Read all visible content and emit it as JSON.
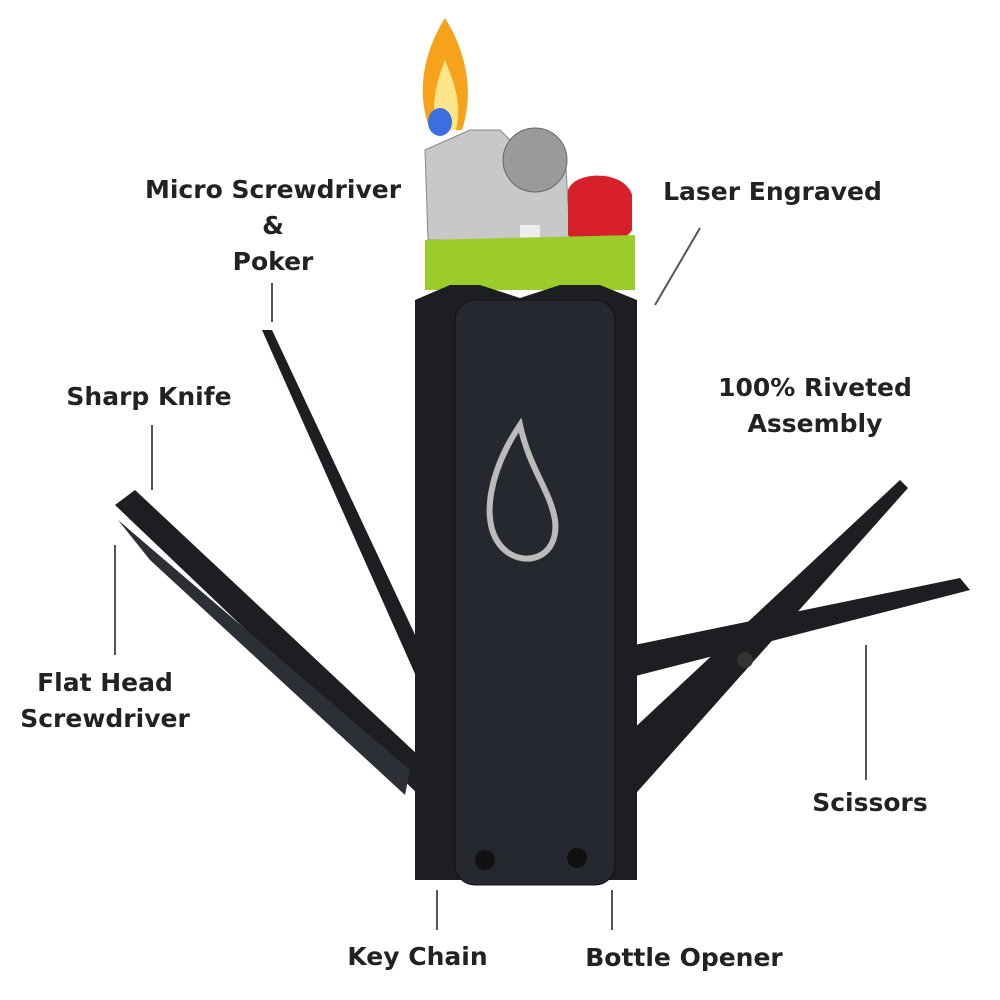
{
  "labels": {
    "micro_screwdriver": [
      "Micro Screwdriver",
      "&",
      "Poker"
    ],
    "laser_engraved": "Laser Engraved",
    "sharp_knife": "Sharp Knife",
    "riveted": [
      "100% Riveted",
      "Assembly"
    ],
    "flat_head": [
      "Flat Head",
      "Screwdriver"
    ],
    "scissors": "Scissors",
    "key_chain": "Key Chain",
    "bottle_opener": "Bottle Opener"
  },
  "colors": {
    "text": "#222222",
    "body": "#1c1e22",
    "green": "#9ccc2a",
    "red": "#d8202a",
    "silver": "#c8c8c8"
  }
}
